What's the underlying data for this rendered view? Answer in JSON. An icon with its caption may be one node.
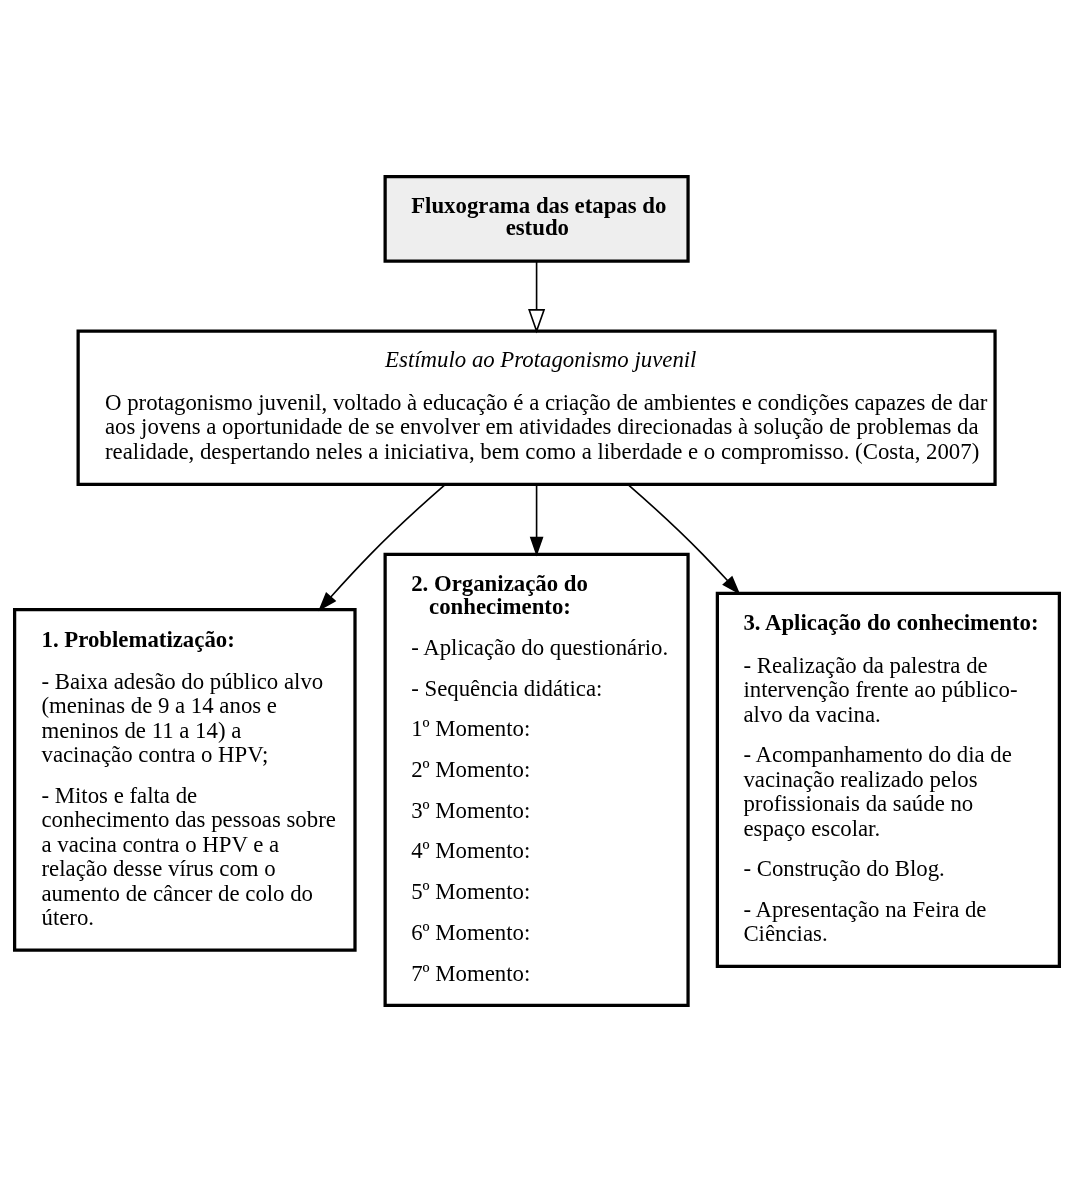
{
  "diagram": {
    "nodes": [
      {
        "text": [
          "Fluxograma das etapas do estudo"
        ]
      },
      {
        "text": [
          "Estímulo ao Protagonismo juvenil",
          "O protagonismo juvenil, voltado à educação é a criação de ambientes e condições capazes de dar aos jovens a oportunidade de se envolver em atividades direcionadas à solução de problemas da realidade, despertando neles a iniciativa, bem como a liberdade e o compromisso. (Costa, 2007)"
        ]
      },
      {
        "text": [
          "1. Problematização:",
          "- Baixa adesão do público alvo (meninas de 9 a 14 anos e meninos de 11 a 14) a vacinação contra o HPV;",
          "- Mitos e falta de conhecimento das pessoas sobre a vacina contra o HPV e a relação desse vírus com o aumento de câncer de colo do útero."
        ]
      },
      {
        "text": [
          "2. Organização do conhecimento:",
          "- Aplicação do questionário.",
          "- Sequência didática:",
          "1º Momento:",
          "2º Momento:",
          "3º Momento:",
          "4º Momento:",
          "5º Momento:",
          "6º Momento:",
          "7º Momento:"
        ]
      },
      {
        "text": [
          "3. Aplicação do conhecimento:",
          "- Realização da palestra de intervenção frente ao público-alvo da vacina.",
          "- Acompanhamento do dia de vacinação realizado pelos profissionais da saúde no espaço escolar.",
          "- Construção do Blog.",
          "- Apresentação na Feira de Ciências."
        ]
      }
    ],
    "edges": [
      {
        "from": 0,
        "to": 1,
        "arrow": "to"
      },
      {
        "from": 1,
        "to": 2,
        "arrow": "to"
      },
      {
        "from": 1,
        "to": 3,
        "arrow": "to"
      },
      {
        "from": 1,
        "to": 4,
        "arrow": "to"
      }
    ]
  }
}
